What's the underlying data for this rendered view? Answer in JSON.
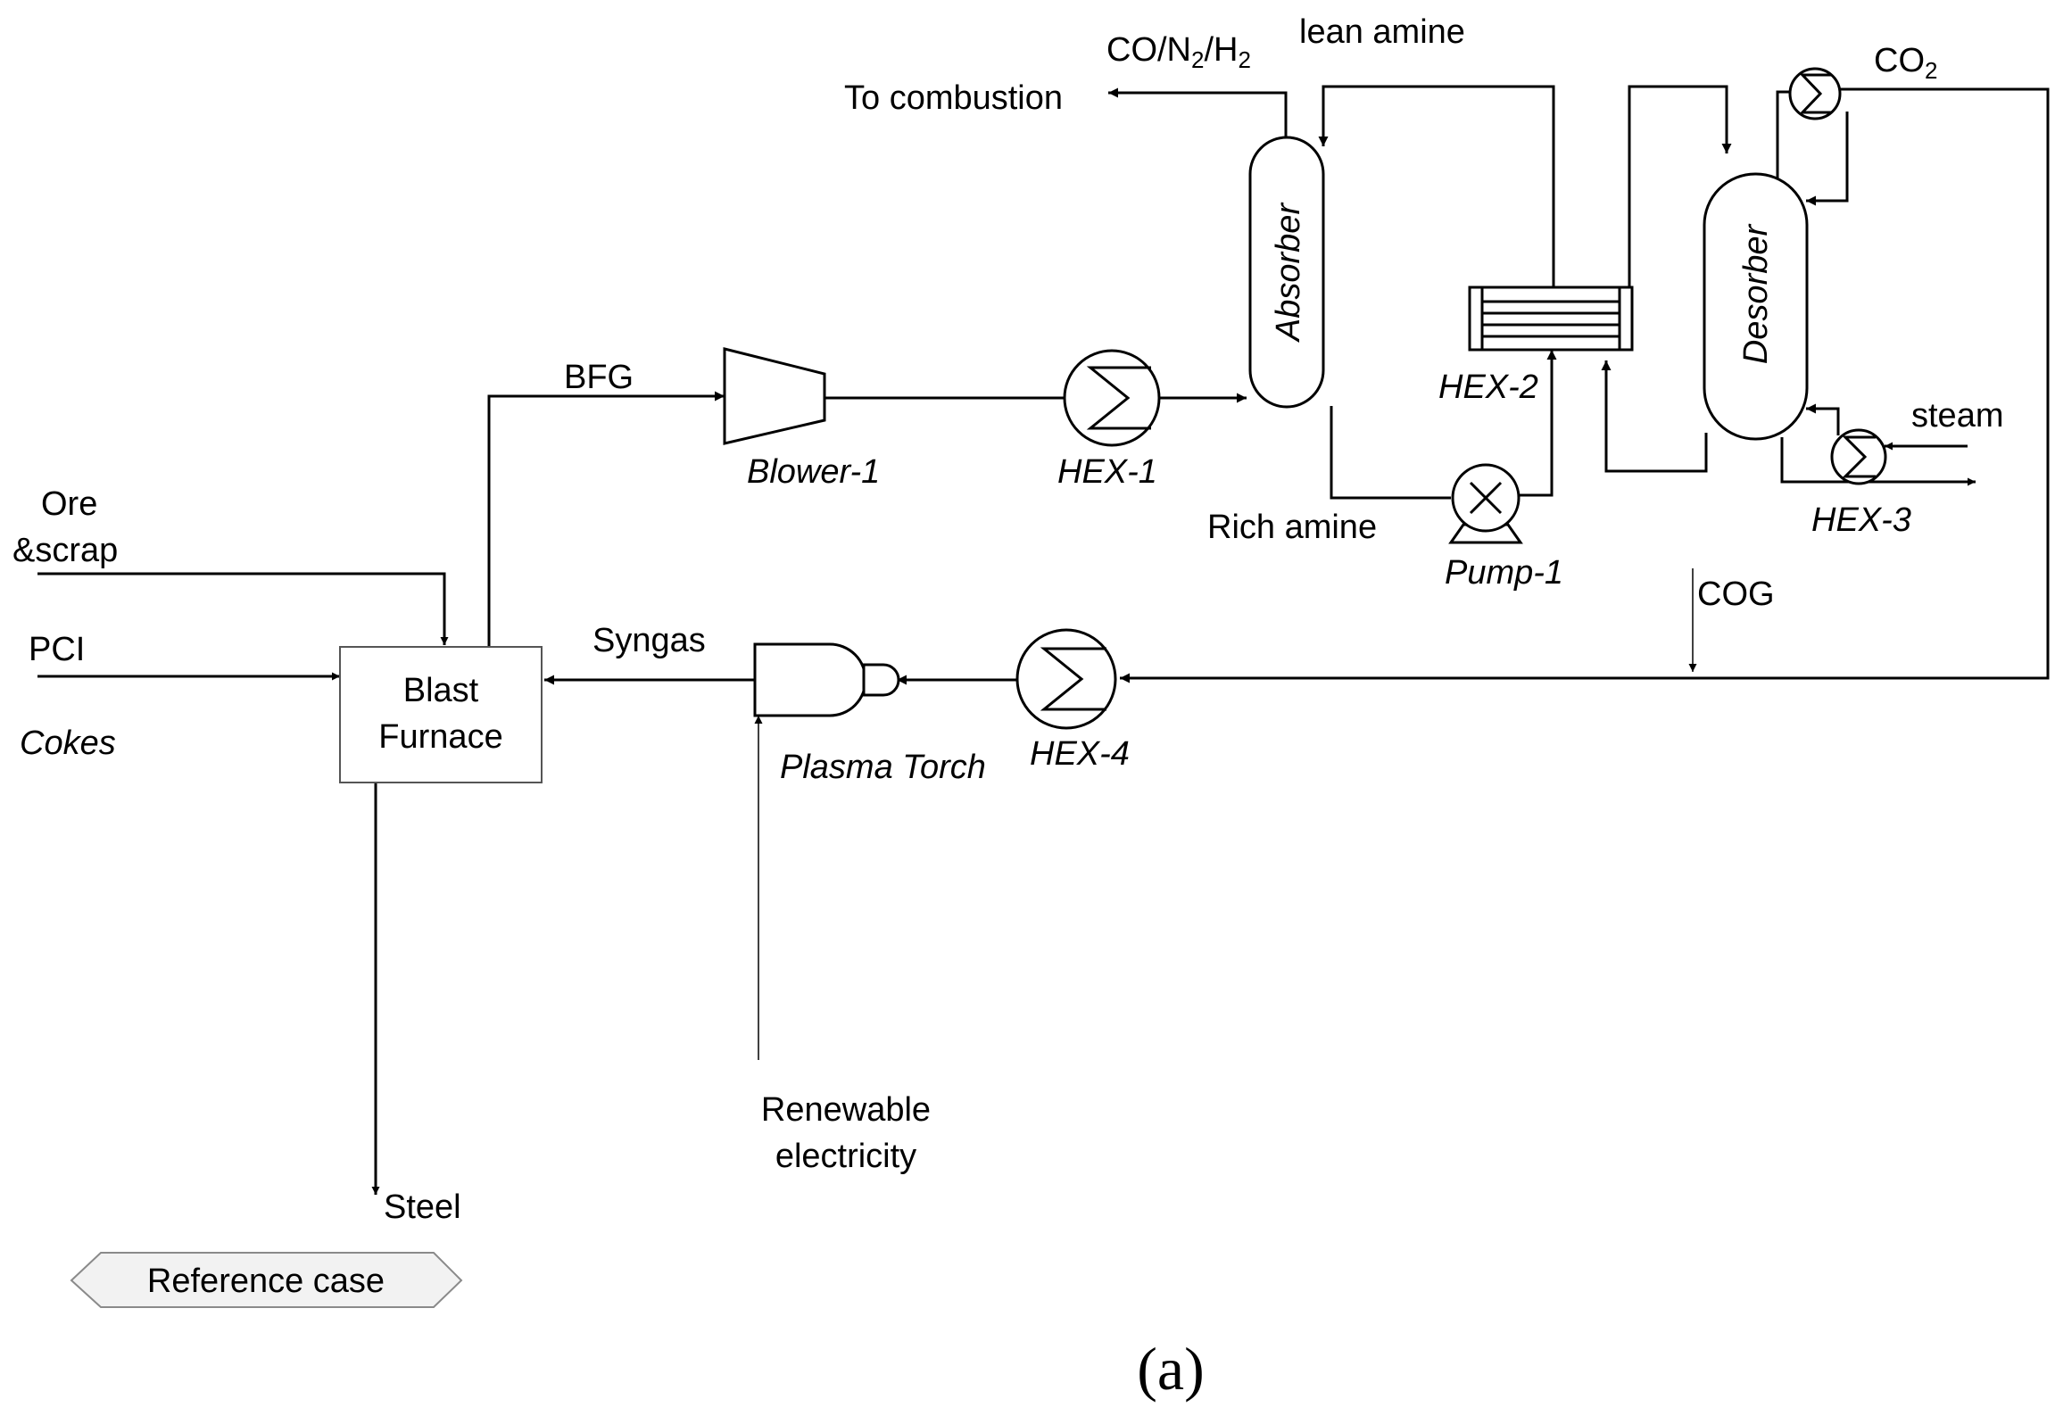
{
  "labels": {
    "to_combustion": "To combustion",
    "co_n2_h2": {
      "co": "CO/N",
      "two_a": "2",
      "slash": "/H",
      "two_b": "2"
    },
    "lean_amine": "lean amine",
    "co2": {
      "co": "CO",
      "two": "2"
    },
    "absorber": "Absorber",
    "desorber": "Desorber",
    "hex2": "HEX-2",
    "bfg": "BFG",
    "blower1": "Blower-1",
    "hex1": "HEX-1",
    "rich_amine": "Rich amine",
    "pump1": "Pump-1",
    "steam": "steam",
    "hex3": "HEX-3",
    "ore": "Ore",
    "scrap": "&scrap",
    "pci": "PCI",
    "cokes": "Cokes",
    "blast_furnace_1": "Blast",
    "blast_furnace_2": "Furnace",
    "syngas": "Syngas",
    "cog": "COG",
    "plasma_torch": "Plasma Torch",
    "hex4": "HEX-4",
    "renewable_1": "Renewable",
    "renewable_2": "electricity",
    "steel": "Steel",
    "reference_case": "Reference case",
    "caption": "(a)"
  }
}
